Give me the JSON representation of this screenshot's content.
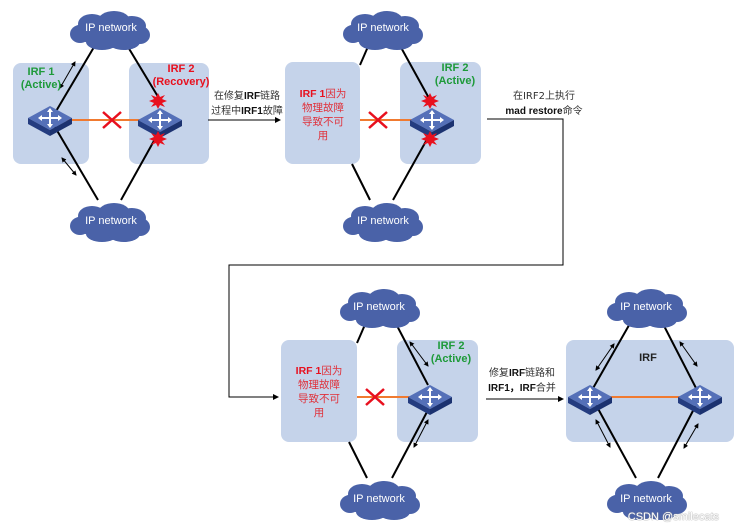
{
  "diagram": {
    "title": "IRF MAD recovery process",
    "cloud_label": "IP network",
    "stage1": {
      "left": {
        "name": "IRF 1",
        "state": "(Active)"
      },
      "right": {
        "name": "IRF 2",
        "state": "(Recovery)"
      }
    },
    "step1": {
      "line1_pre": "在修复",
      "line1_bold": "IRF",
      "line1_post": "链路",
      "line2_pre": "过程中",
      "line2_bold": "IRF1",
      "line2_post": "故障"
    },
    "stage2": {
      "left": {
        "name": "IRF 1",
        "desc_1": "因为",
        "desc_2": "物理故障",
        "desc_3": "导致不可",
        "desc_4": "用"
      },
      "right": {
        "name": "IRF 2",
        "state": "(Active)"
      }
    },
    "step2": {
      "line1_pre": "在",
      "line1_bold": "IRF2",
      "line1_post": "上执行",
      "line2_bold": "mad restore",
      "line2_post": "命令"
    },
    "stage3": {
      "left": {
        "name": "IRF 1",
        "desc_1": "因为",
        "desc_2": "物理故障",
        "desc_3": "导致不可",
        "desc_4": "用"
      },
      "right": {
        "name": "IRF 2",
        "state": "(Active)"
      }
    },
    "step3": {
      "line1_pre": "修复",
      "line1_bold": "IRF",
      "line1_post": "链路和",
      "line2_bold": "IRF1，IRF",
      "line2_post": "合并"
    },
    "stage4": {
      "name": "IRF"
    },
    "watermark": "CSDN @smilecats",
    "colors": {
      "panel": "#c5d3ea",
      "cloud": "#4a62a8",
      "irf_link": "#f07a30",
      "fault_x": "#e8101e",
      "active": "#1e9a3a",
      "recovery": "#e8101e"
    }
  }
}
